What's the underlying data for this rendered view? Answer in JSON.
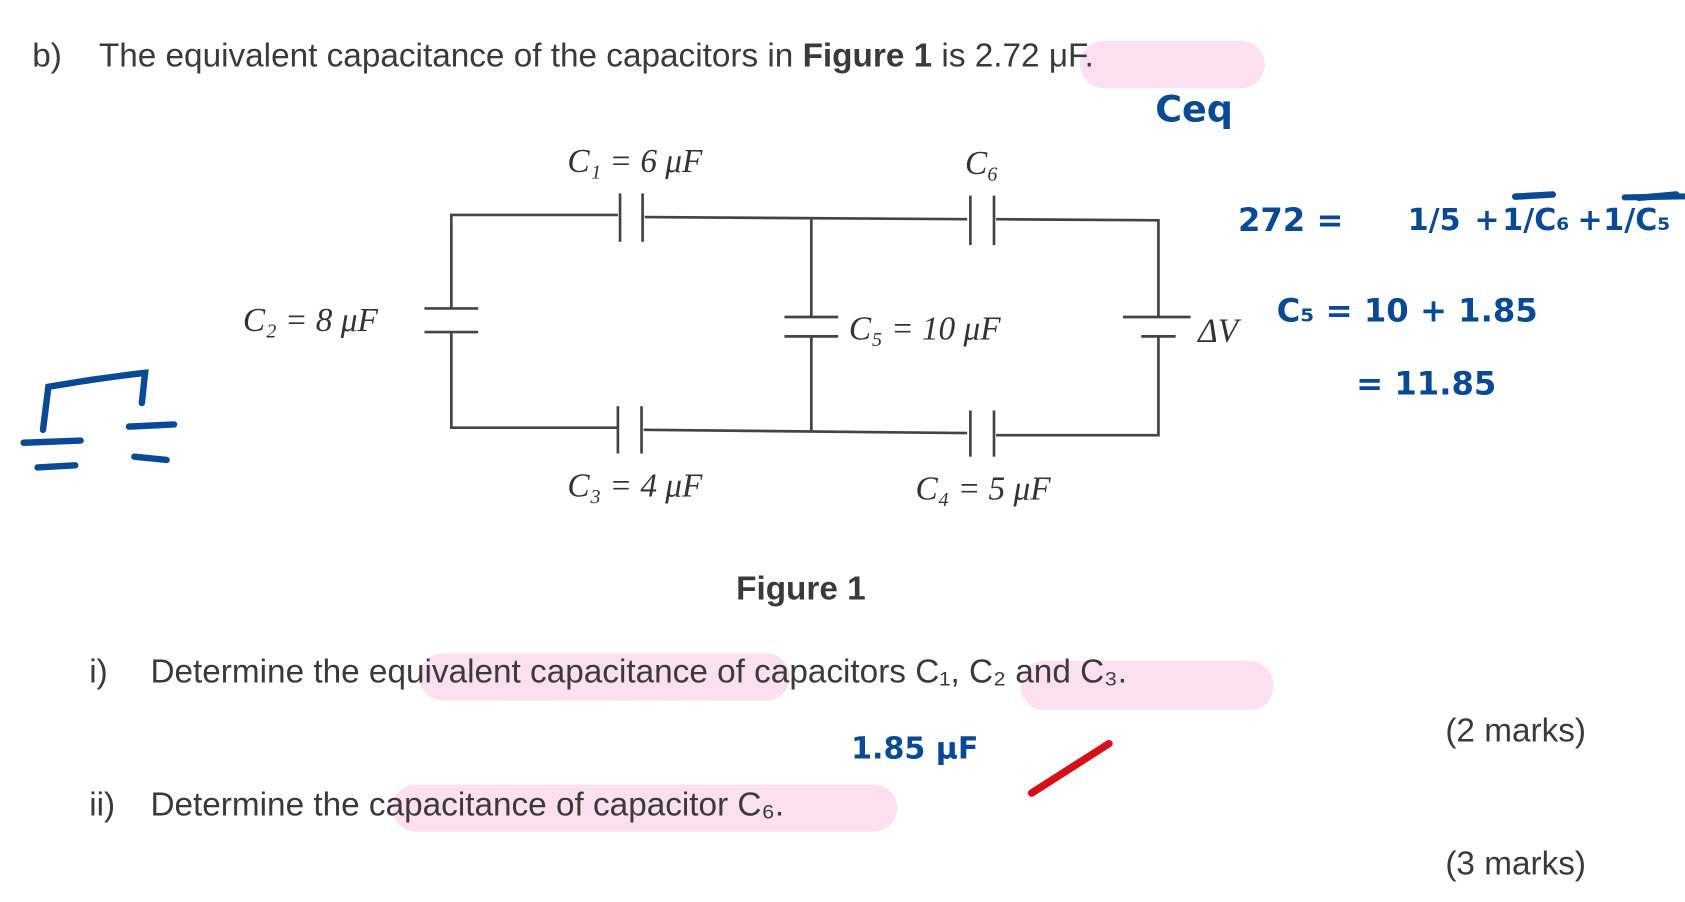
{
  "part_b": {
    "label": "b)",
    "text_before": "The equivalent capacitance of the capacitors in ",
    "figure_ref": "Figure 1",
    "text_mid": " is ",
    "value": "2.72 μF."
  },
  "circuit": {
    "c1": "C₁ = 6 μF",
    "c6": "C₆",
    "c2": "C₂ = 8 μF",
    "c5": "C₅ = 10 μF",
    "delta_v": "ΔV",
    "c3": "C₃ = 4 μF",
    "c4": "C₄ = 5 μF"
  },
  "figure_caption": "Figure 1",
  "question_i": {
    "label": "i)",
    "text": "Determine the equivalent capacitance of capacitors C₁, C₂ and C₃.",
    "marks": "(2 marks)"
  },
  "question_ii": {
    "label": "ii)",
    "text": "Determine the capacitance of capacitor C₆.",
    "marks": "(3 marks)"
  },
  "handwriting": {
    "ceq": "Ceq",
    "line1_lhs": "272 =",
    "line1_t1": "1/5",
    "line1_t2": "1/C₆",
    "line1_t3": "1/C₅",
    "line2": "C₅ = 10 + 1.85",
    "line3": "= 11.85",
    "answer_i": "1.85 μF"
  },
  "colors": {
    "ink": "#0a4a94",
    "highlight": "#fde0ef",
    "check": "#d4101a"
  }
}
